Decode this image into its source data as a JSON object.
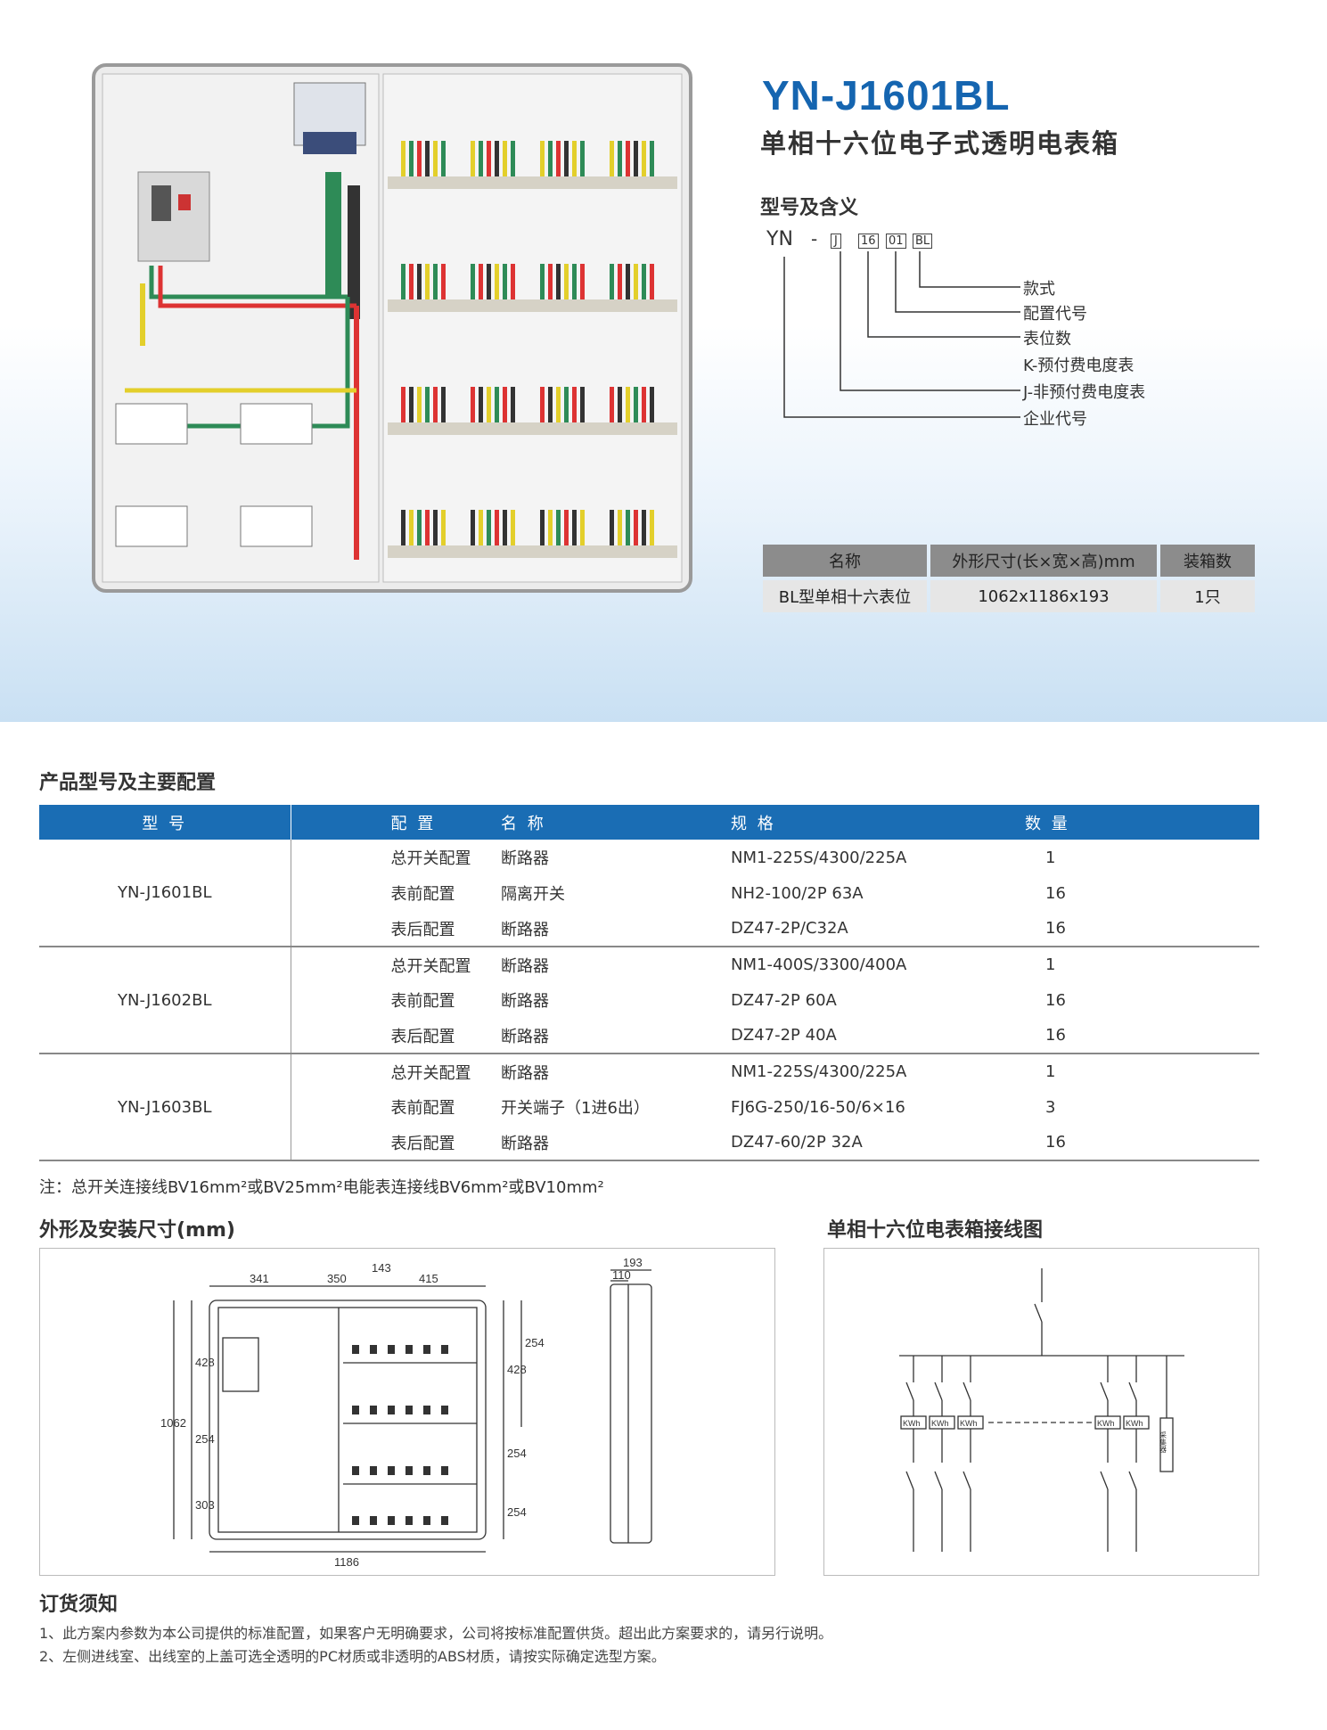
{
  "header": {
    "model_title": "YN-J1601BL",
    "product_name": "单相十六位电子式透明电表箱"
  },
  "meaning": {
    "heading": "型号及含义",
    "code_prefix": "YN",
    "code_dash": "-",
    "code_parts": [
      "J",
      "16",
      "01",
      "BL"
    ],
    "labels": [
      "款式",
      "配置代号",
      "表位数",
      "K-预付费电度表",
      "J-非预付费电度表",
      "企业代号"
    ]
  },
  "spec_table": {
    "headers": [
      "名称",
      "外形尺寸(长×宽×高)mm",
      "装箱数"
    ],
    "row": [
      "BL型单相十六表位",
      "1062x1186x193",
      "1只"
    ]
  },
  "config": {
    "heading": "产品型号及主要配置",
    "headers": [
      "型 号",
      "配 置",
      "名 称",
      "规 格",
      "数 量"
    ],
    "groups": [
      {
        "model": "YN-J1601BL",
        "rows": [
          [
            "总开关配置",
            "断路器",
            "NM1-225S/4300/225A",
            "1"
          ],
          [
            "表前配置",
            "隔离开关",
            "NH2-100/2P 63A",
            "16"
          ],
          [
            "表后配置",
            "断路器",
            "DZ47-2P/C32A",
            "16"
          ]
        ]
      },
      {
        "model": "YN-J1602BL",
        "rows": [
          [
            "总开关配置",
            "断路器",
            "NM1-400S/3300/400A",
            "1"
          ],
          [
            "表前配置",
            "断路器",
            "DZ47-2P 60A",
            "16"
          ],
          [
            "表后配置",
            "断路器",
            "DZ47-2P 40A",
            "16"
          ]
        ]
      },
      {
        "model": "YN-J1603BL",
        "rows": [
          [
            "总开关配置",
            "断路器",
            "NM1-225S/4300/225A",
            "1"
          ],
          [
            "表前配置",
            "开关端子（1进6出）",
            "FJ6G-250/16-50/6×16",
            "3"
          ],
          [
            "表后配置",
            "断路器",
            "DZ47-60/2P 32A",
            "16"
          ]
        ]
      }
    ],
    "note": "注：总开关连接线BV16mm²或BV25mm²电能表连接线BV6mm²或BV10mm²"
  },
  "dimensions": {
    "heading": "外形及安装尺寸(mm)",
    "top_dims": [
      "341",
      "350",
      "143",
      "415"
    ],
    "left_dims": [
      "428",
      "254",
      "303"
    ],
    "total_height": "1062",
    "total_width": "1186",
    "right_dims": [
      "254",
      "428",
      "254",
      "254"
    ],
    "side_dims": [
      "193",
      "110"
    ]
  },
  "wiring": {
    "heading": "单相十六位电表箱接线图",
    "meter_label": "KWh",
    "collector_label": "采集器"
  },
  "ordering": {
    "heading": "订货须知",
    "items": [
      "1、此方案内参数为本公司提供的标准配置，如果客户无明确要求，公司将按标准配置供货。超出此方案要求的，请另行说明。",
      "2、左侧进线室、出线室的上盖可选全透明的PC材质或非透明的ABS材质，请按实际确定选型方案。"
    ]
  },
  "colors": {
    "brand_blue": "#1565b0",
    "table_header": "#1a6db4"
  }
}
